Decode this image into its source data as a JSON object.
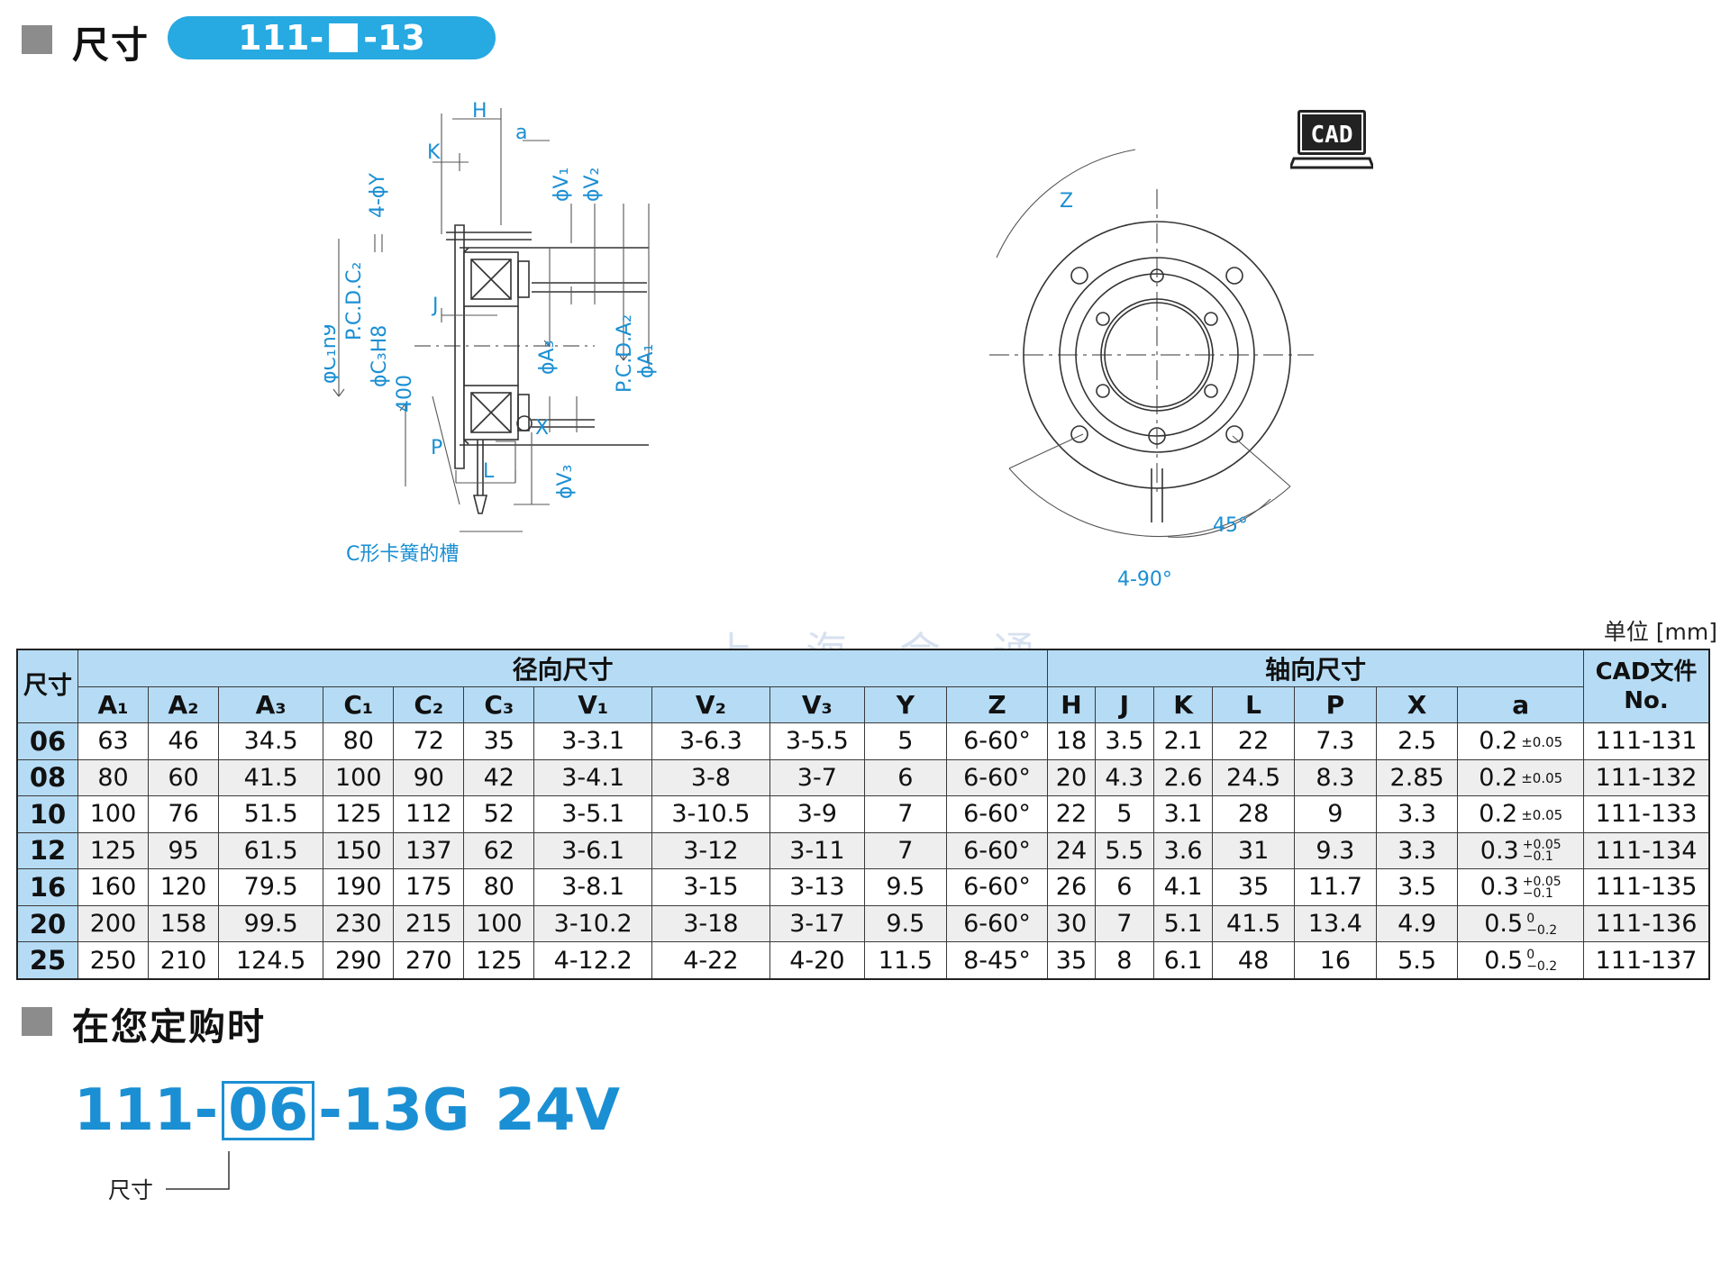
{
  "header": {
    "section1_title": "尺寸",
    "model_prefix": "111-",
    "model_suffix": "-13"
  },
  "drawing": {
    "labels": {
      "H": "H",
      "a": "a",
      "K": "K",
      "J": "J",
      "X": "X",
      "P": "P",
      "L": "L",
      "Z": "Z",
      "Y": "4-ϕY",
      "V1": "ϕV₁",
      "V2": "ϕV₂",
      "V3": "ϕV₃",
      "C1": "ϕC₁h9",
      "C2": "P.C.D.C₂",
      "C3": "ϕC₃H8",
      "A1": "ϕA₁",
      "A2": "P.C.D.A₂",
      "A3": "ϕA₃",
      "lead": "400",
      "groove": "C形卡簧的槽",
      "angle45": "45°",
      "angle90": "4-90°"
    },
    "cad_icon_label": "CAD",
    "colors": {
      "dimension": "#1b8fd3",
      "line": "#333333"
    }
  },
  "watermark": "上海会通",
  "unit": "单位 [mm]",
  "table": {
    "size_header": "尺寸",
    "radial_group": "径向尺寸",
    "axial_group": "轴向尺寸",
    "cad_header": "CAD文件 No.",
    "radial_cols": [
      "A₁",
      "A₂",
      "A₃",
      "C₁",
      "C₂",
      "C₃",
      "V₁",
      "V₂",
      "V₃",
      "Y",
      "Z"
    ],
    "axial_cols": [
      "H",
      "J",
      "K",
      "L",
      "P",
      "X",
      "a"
    ],
    "rows": [
      {
        "size": "06",
        "r": [
          "63",
          "46",
          "34.5",
          "80",
          "72",
          "35",
          "3-3.1",
          "3-6.3",
          "3-5.5",
          "5",
          "6-60°"
        ],
        "ax": [
          "18",
          "3.5",
          "2.1",
          "22",
          "7.3",
          "2.5"
        ],
        "a": "0.2",
        "tol": "±0.05",
        "cad": "111-131"
      },
      {
        "size": "08",
        "r": [
          "80",
          "60",
          "41.5",
          "100",
          "90",
          "42",
          "3-4.1",
          "3-8",
          "3-7",
          "6",
          "6-60°"
        ],
        "ax": [
          "20",
          "4.3",
          "2.6",
          "24.5",
          "8.3",
          "2.85"
        ],
        "a": "0.2",
        "tol": "±0.05",
        "cad": "111-132"
      },
      {
        "size": "10",
        "r": [
          "100",
          "76",
          "51.5",
          "125",
          "112",
          "52",
          "3-5.1",
          "3-10.5",
          "3-9",
          "7",
          "6-60°"
        ],
        "ax": [
          "22",
          "5",
          "3.1",
          "28",
          "9",
          "3.3"
        ],
        "a": "0.2",
        "tol": "±0.05",
        "cad": "111-133"
      },
      {
        "size": "12",
        "r": [
          "125",
          "95",
          "61.5",
          "150",
          "137",
          "62",
          "3-6.1",
          "3-12",
          "3-11",
          "7",
          "6-60°"
        ],
        "ax": [
          "24",
          "5.5",
          "3.6",
          "31",
          "9.3",
          "3.3"
        ],
        "a": "0.3",
        "tol_up": "+0.05",
        "tol_dn": "−0.1",
        "cad": "111-134"
      },
      {
        "size": "16",
        "r": [
          "160",
          "120",
          "79.5",
          "190",
          "175",
          "80",
          "3-8.1",
          "3-15",
          "3-13",
          "9.5",
          "6-60°"
        ],
        "ax": [
          "26",
          "6",
          "4.1",
          "35",
          "11.7",
          "3.5"
        ],
        "a": "0.3",
        "tol_up": "+0.05",
        "tol_dn": "−0.1",
        "cad": "111-135"
      },
      {
        "size": "20",
        "r": [
          "200",
          "158",
          "99.5",
          "230",
          "215",
          "100",
          "3-10.2",
          "3-18",
          "3-17",
          "9.5",
          "6-60°"
        ],
        "ax": [
          "30",
          "7",
          "5.1",
          "41.5",
          "13.4",
          "4.9"
        ],
        "a": "0.5",
        "tol_up": "0",
        "tol_dn": "−0.2",
        "cad": "111-136"
      },
      {
        "size": "25",
        "r": [
          "250",
          "210",
          "124.5",
          "290",
          "270",
          "125",
          "4-12.2",
          "4-22",
          "4-20",
          "11.5",
          "8-45°"
        ],
        "ax": [
          "35",
          "8",
          "6.1",
          "48",
          "16",
          "5.5"
        ],
        "a": "0.5",
        "tol_up": "0",
        "tol_dn": "−0.2",
        "cad": "111-137"
      }
    ]
  },
  "order": {
    "section2_title": "在您定购时",
    "code_prefix": "111-",
    "code_size": "06",
    "code_suffix": "-13G",
    "voltage": "24V",
    "size_note": "尺寸"
  }
}
